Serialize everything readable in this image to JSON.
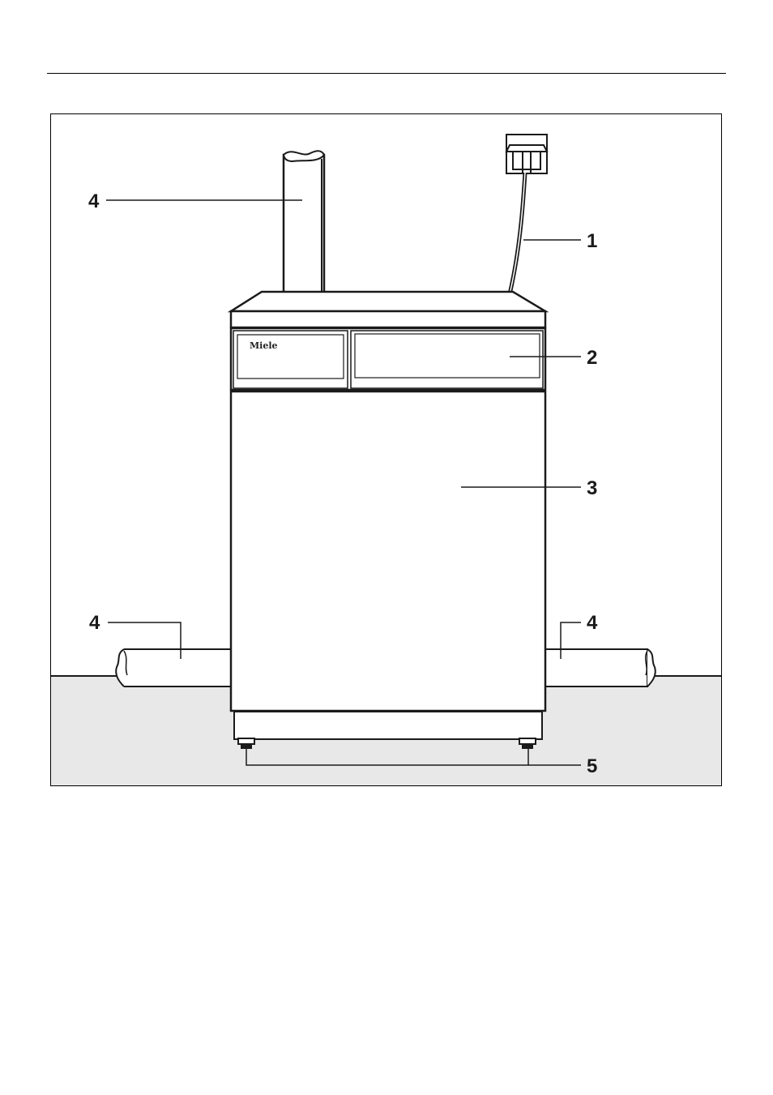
{
  "diagram": {
    "brand": "Miele",
    "callouts": {
      "c1": "1",
      "c2": "2",
      "c3": "3",
      "c4_top": "4",
      "c4_left": "4",
      "c4_right": "4",
      "c5": "5"
    }
  },
  "colors": {
    "floor": "#e8e8e8",
    "line": "#1a1a1a",
    "background": "#ffffff"
  }
}
